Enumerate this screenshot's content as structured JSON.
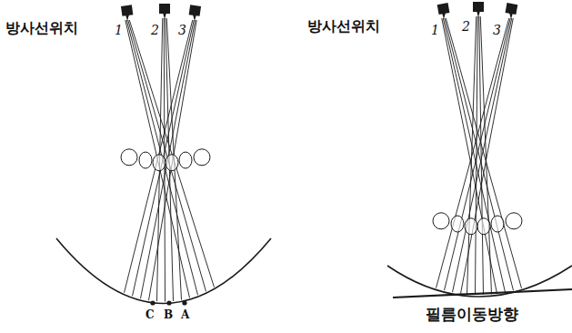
{
  "diagram": {
    "labels": [
      "방사선위치",
      "1",
      "2",
      "3",
      "C",
      "B",
      "A",
      "방사선위치",
      "1",
      "2",
      "3",
      "필름이동방향"
    ]
  }
}
